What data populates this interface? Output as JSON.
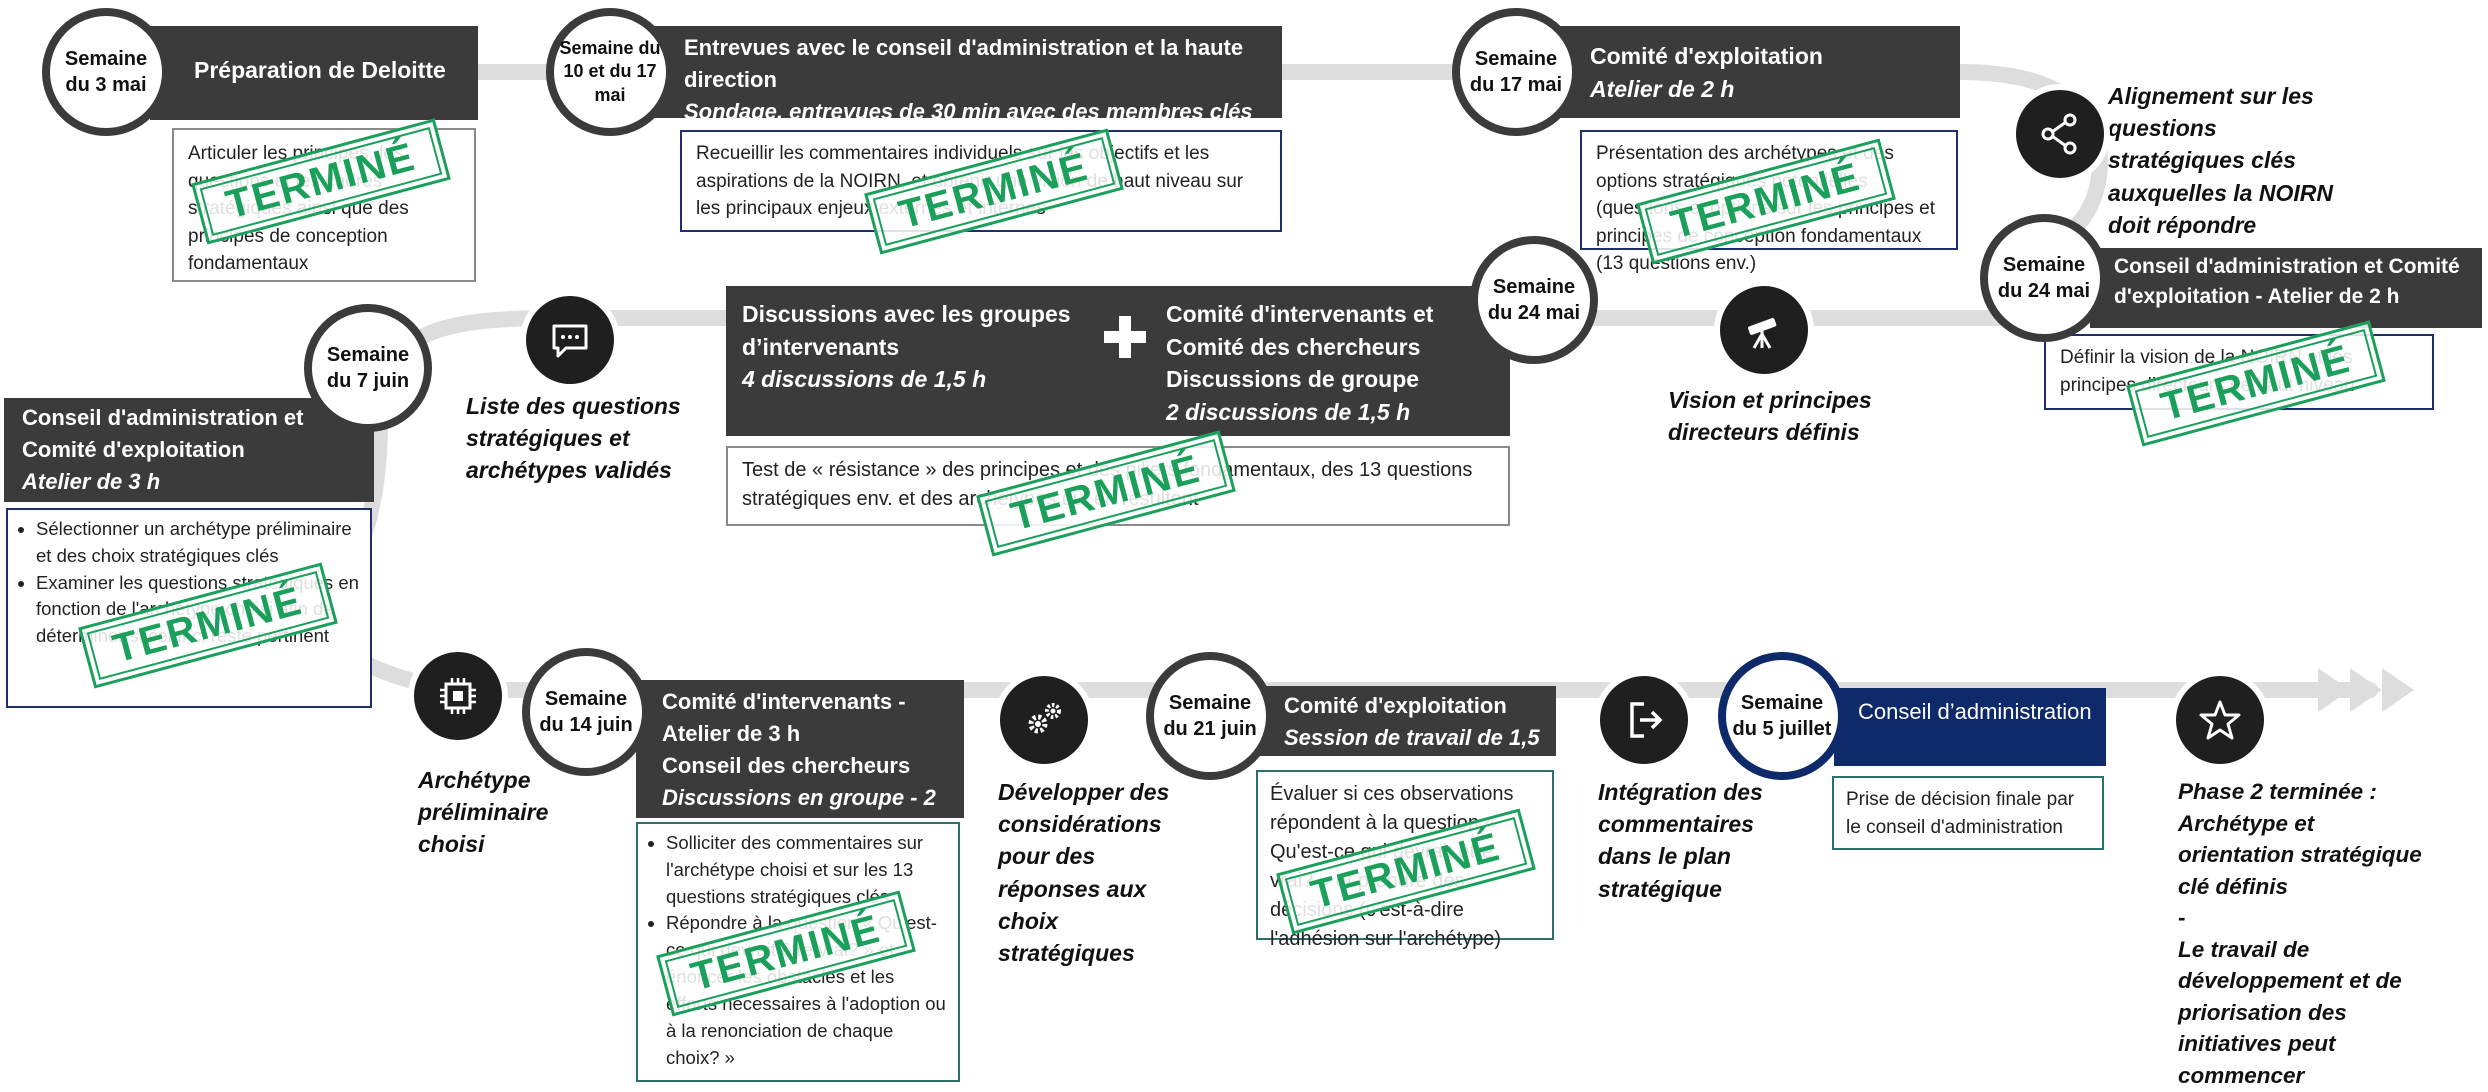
{
  "colors": {
    "dark": "#3b3b3b",
    "navy": "#0e2a6b",
    "stamp": "#1aa05a",
    "track": "#dddddd"
  },
  "stamp": "TERMINÉ",
  "m1": {
    "week": "Semaine du 3 mai",
    "title": "Préparation de Deloitte",
    "body": "Articuler les principes, les questions et les cadres stratégiques ainsi que des principes de conception fondamentaux"
  },
  "m2": {
    "week": "Semaine du 10 et du 17 mai",
    "title": "Entrevues avec le conseil d'administration et la haute direction",
    "subtitle": "Sondage, entrevues de 30 min avec des membres clés",
    "body": "Recueillir les commentaires individuels sur les objectifs et les aspirations de la NOIRN, et obtenir une vision de haut niveau sur les principaux enjeux externes et internes"
  },
  "m3": {
    "week": "Semaine du 17 mai",
    "title": "Comité d'exploitation",
    "subtitle": "Atelier de 2 h",
    "body": "Présentation des archétypes et des options stratégiques potentielles (questions et options sur les principes et principes de conception fondamentaux (13 questions env.)"
  },
  "alignment": {
    "label": "Alignement sur les questions stratégiques clés auxquelles la NOIRN doit répondre"
  },
  "m4": {
    "week": "Semaine du 24 mai",
    "title": "Conseil d'administration et Comité d'exploitation - Atelier de 2 h",
    "body": "Définir la vision de la NOIRN et les principes directeurs de haut niveau"
  },
  "vision": {
    "label": "Vision et principes directeurs définis"
  },
  "m5": {
    "week": "Semaine du 24 mai",
    "left_title": "Discussions avec les groupes d’intervenants",
    "left_sub": "4 discussions de 1,5 h",
    "right_title": "Comité d'intervenants et Comité des chercheurs Discussions de groupe",
    "right_sub": "2 discussions de 1,5 h",
    "body": "Test de « résistance » des principes et des piliers fondamentaux, des 13 questions stratégiques env. et des archétypes qui en résultent"
  },
  "questions": {
    "label": "Liste des questions stratégiques et archétypes validés"
  },
  "m6": {
    "week": "Semaine du 7 juin",
    "title": "Conseil d'administration et Comité d'exploitation",
    "subtitle": "Atelier de 3 h",
    "bullets": [
      "Sélectionner un archétype préliminaire et des choix stratégiques clés",
      "Examiner les questions stratégiques en fonction de l'archétype choisi afin de déterminer si celui-ci reste pertinent"
    ]
  },
  "chip": {
    "label": "Archétype préliminaire choisi"
  },
  "m7": {
    "week": "Semaine du 14 juin",
    "title": "Comité d'intervenants - Atelier de 3 h",
    "title2": "Conseil des chercheurs",
    "subtitle": "Discussions en groupe - 2",
    "bullets": [
      "Solliciter des commentaires sur l'archétype choisi et sur les 13 questions stratégiques clés",
      "Répondre à la question « Qu'est-ce qui devrait être vrai? » et énoncer les obstacles et les efforts nécessaires à l'adoption ou à la renonciation de chaque choix? »"
    ]
  },
  "gears": {
    "label": "Développer des considérations pour des réponses aux choix stratégiques"
  },
  "m8": {
    "week": "Semaine du 21 juin",
    "title": "Comité d'exploitation",
    "subtitle": "Session de travail de 1,5",
    "body": "Évaluer si ces observations répondent à la question « Qu'est-ce qui devrait être vrai? » et prendre des décisions (c'est-à-dire l'adhésion sur l'archétype)"
  },
  "integration": {
    "label": "Intégration des commentaires dans le plan stratégique"
  },
  "m9": {
    "week": "Semaine du 5 juillet",
    "title": "Conseil d’administration",
    "body": "Prise de décision finale par le conseil d'administration"
  },
  "final": {
    "line1": "Phase 2 terminée : Archétype et orientation stratégique clé définis",
    "dash": "-",
    "line2": "Le travail de développement et de priorisation des initiatives peut commencer"
  }
}
